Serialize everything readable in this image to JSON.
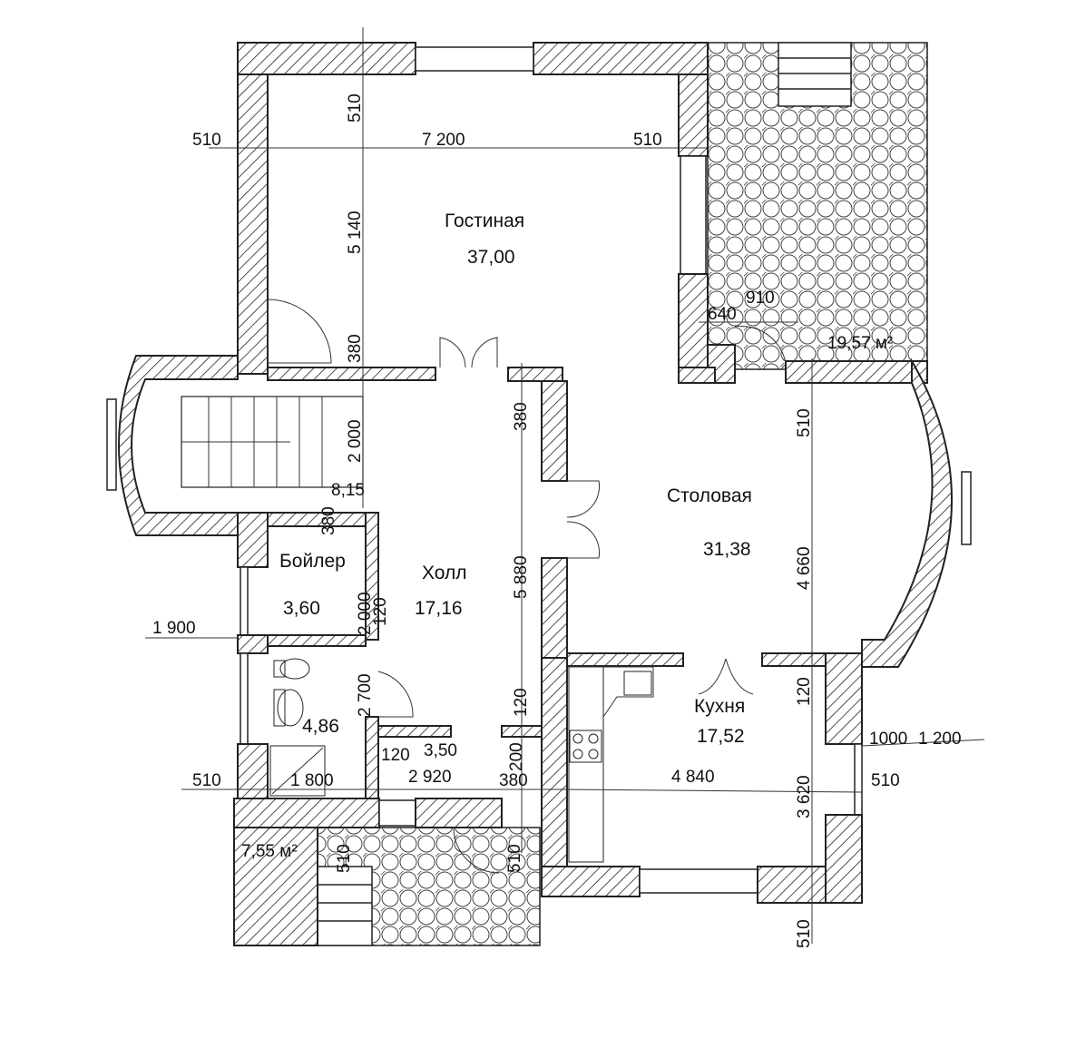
{
  "rooms": {
    "living": {
      "name": "Гостиная",
      "area": "37,00"
    },
    "dining": {
      "name": "Столовая",
      "area": "31,38"
    },
    "boiler": {
      "name": "Бойлер",
      "area": "3,60"
    },
    "hall": {
      "name": "Холл",
      "area": "17,16"
    },
    "kitchen": {
      "name": "Кухня",
      "area": "17,52"
    },
    "bathroom": {
      "area": "4,86"
    },
    "stairs": {
      "area": "8,15"
    },
    "closet": {
      "area": "3,50"
    },
    "terrace_top": {
      "area": "19,57 м²"
    },
    "terrace_bottom": {
      "area": "7,55 м²"
    }
  },
  "dims": [
    "510",
    "7 200",
    "510",
    "510",
    "5 140",
    "380",
    "2 000",
    "380",
    "380",
    "5 880",
    "120",
    "200",
    "380",
    "640",
    "910",
    "510",
    "4 660",
    "120",
    "3 620",
    "510",
    "1000",
    "1 200",
    "510",
    "4 840",
    "1 900",
    "2 000",
    "120",
    "2 700",
    "120",
    "2 920",
    "510",
    "1 800",
    "510",
    "510"
  ],
  "colors": {
    "wall": "#222222",
    "background": "#ffffff"
  }
}
